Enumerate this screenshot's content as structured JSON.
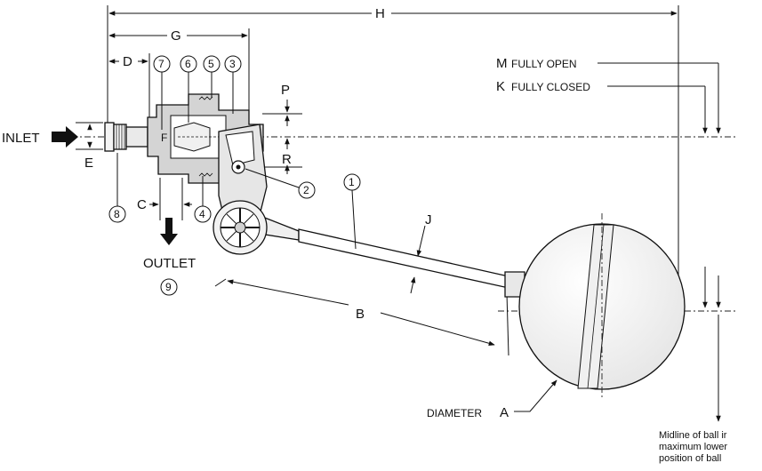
{
  "dimensions": {
    "H": "H",
    "G": "G",
    "D": "D",
    "P": "P",
    "R": "R",
    "E": "E",
    "C": "C",
    "F": "F",
    "J": "J",
    "B": "B",
    "M": "M",
    "K": "K",
    "A": "A"
  },
  "texts": {
    "fully_open": "FULLY OPEN",
    "fully_closed": "FULLY CLOSED",
    "inlet": "INLET",
    "outlet": "OUTLET",
    "diameter": "DIAMETER",
    "note_line1": "Midline of ball ir",
    "note_line2": "maximum lower",
    "note_line3": "position of ball"
  },
  "parts": {
    "p1": "1",
    "p2": "2",
    "p3": "3",
    "p4": "4",
    "p5": "5",
    "p6": "6",
    "p7": "7",
    "p8": "8",
    "p9": "9"
  }
}
